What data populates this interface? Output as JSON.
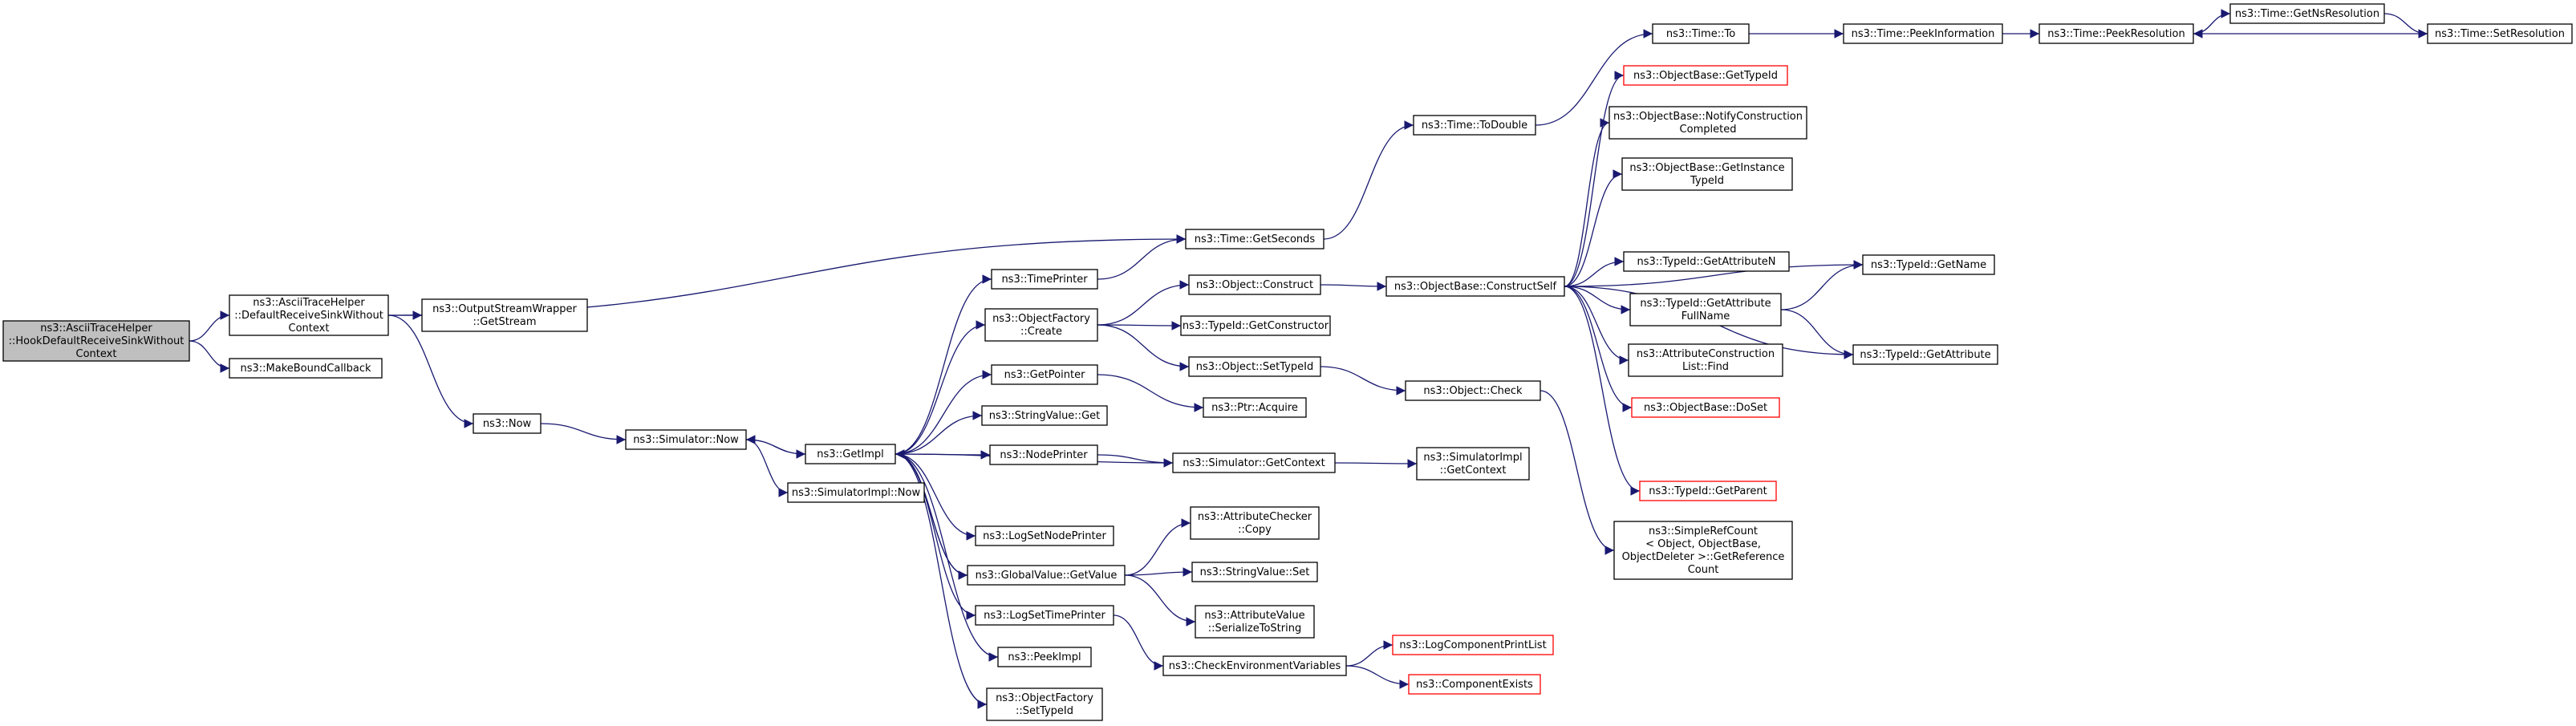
{
  "nodes": [
    {
      "id": "root",
      "lines": [
        "ns3::AsciiTraceHelper",
        "::HookDefaultReceiveSinkWithout",
        "Context"
      ],
      "root": true
    },
    {
      "id": "drsc",
      "lines": [
        "ns3::AsciiTraceHelper",
        "::DefaultReceiveSinkWithout",
        "Context"
      ]
    },
    {
      "id": "mbc",
      "lines": [
        "ns3::MakeBoundCallback"
      ]
    },
    {
      "id": "osw",
      "lines": [
        "ns3::OutputStreamWrapper",
        "::GetStream"
      ]
    },
    {
      "id": "now",
      "lines": [
        "ns3::Now"
      ]
    },
    {
      "id": "simnow",
      "lines": [
        "ns3::Simulator::Now"
      ]
    },
    {
      "id": "simimplnow",
      "lines": [
        "ns3::SimulatorImpl::Now"
      ]
    },
    {
      "id": "getimpl",
      "lines": [
        "ns3::GetImpl"
      ]
    },
    {
      "id": "timeprinter",
      "lines": [
        "ns3::TimePrinter"
      ]
    },
    {
      "id": "ofcreate",
      "lines": [
        "ns3::ObjectFactory",
        "::Create"
      ]
    },
    {
      "id": "getpointer",
      "lines": [
        "ns3::GetPointer"
      ]
    },
    {
      "id": "svget",
      "lines": [
        "ns3::StringValue::Get"
      ]
    },
    {
      "id": "nodeprinter",
      "lines": [
        "ns3::NodePrinter"
      ]
    },
    {
      "id": "logsetnode",
      "lines": [
        "ns3::LogSetNodePrinter"
      ]
    },
    {
      "id": "gvgetvalue",
      "lines": [
        "ns3::GlobalValue::GetValue"
      ]
    },
    {
      "id": "logsettime",
      "lines": [
        "ns3::LogSetTimePrinter"
      ]
    },
    {
      "id": "peekimpl",
      "lines": [
        "ns3::PeekImpl"
      ]
    },
    {
      "id": "ofsettypeid",
      "lines": [
        "ns3::ObjectFactory",
        "::SetTypeId"
      ]
    },
    {
      "id": "getseconds",
      "lines": [
        "ns3::Time::GetSeconds"
      ]
    },
    {
      "id": "objconstruct",
      "lines": [
        "ns3::Object::Construct"
      ]
    },
    {
      "id": "tidgetctor",
      "lines": [
        "ns3::TypeId::GetConstructor"
      ]
    },
    {
      "id": "objsettypeid",
      "lines": [
        "ns3::Object::SetTypeId"
      ]
    },
    {
      "id": "ptracquire",
      "lines": [
        "ns3::Ptr::Acquire"
      ]
    },
    {
      "id": "simgetctx",
      "lines": [
        "ns3::Simulator::GetContext"
      ]
    },
    {
      "id": "accopy",
      "lines": [
        "ns3::AttributeChecker",
        "::Copy"
      ]
    },
    {
      "id": "svset",
      "lines": [
        "ns3::StringValue::Set"
      ]
    },
    {
      "id": "avser",
      "lines": [
        "ns3::AttributeValue",
        "::SerializeToString"
      ]
    },
    {
      "id": "checkenv",
      "lines": [
        "ns3::CheckEnvironmentVariables"
      ]
    },
    {
      "id": "todouble",
      "lines": [
        "ns3::Time::ToDouble"
      ]
    },
    {
      "id": "obconstructself",
      "lines": [
        "ns3::ObjectBase::ConstructSelf"
      ]
    },
    {
      "id": "objcheck",
      "lines": [
        "ns3::Object::Check"
      ]
    },
    {
      "id": "simimplgetctx",
      "lines": [
        "ns3::SimulatorImpl",
        "::GetContext"
      ]
    },
    {
      "id": "logcompprint",
      "lines": [
        "ns3::LogComponentPrintList"
      ],
      "red": true
    },
    {
      "id": "compexists",
      "lines": [
        "ns3::ComponentExists"
      ],
      "red": true
    },
    {
      "id": "timeto",
      "lines": [
        "ns3::Time::To"
      ]
    },
    {
      "id": "obgettypeid",
      "lines": [
        "ns3::ObjectBase::GetTypeId"
      ],
      "red": true
    },
    {
      "id": "obnotify",
      "lines": [
        "ns3::ObjectBase::NotifyConstruction",
        "Completed"
      ]
    },
    {
      "id": "obgetinst",
      "lines": [
        "ns3::ObjectBase::GetInstance",
        "TypeId"
      ]
    },
    {
      "id": "tidgetattrn",
      "lines": [
        "ns3::TypeId::GetAttributeN"
      ]
    },
    {
      "id": "tidgetattrfull",
      "lines": [
        "ns3::TypeId::GetAttribute",
        "FullName"
      ]
    },
    {
      "id": "acfind",
      "lines": [
        "ns3::AttributeConstruction",
        "List::Find"
      ]
    },
    {
      "id": "obdoset",
      "lines": [
        "ns3::ObjectBase::DoSet"
      ],
      "red": true
    },
    {
      "id": "tidgetparent",
      "lines": [
        "ns3::TypeId::GetParent"
      ],
      "red": true
    },
    {
      "id": "simplerefcount",
      "lines": [
        "ns3::SimpleRefCount",
        "< Object, ObjectBase,",
        "ObjectDeleter >::GetReference",
        "Count"
      ]
    },
    {
      "id": "peekinfo",
      "lines": [
        "ns3::Time::PeekInformation"
      ]
    },
    {
      "id": "peekres",
      "lines": [
        "ns3::Time::PeekResolution"
      ]
    },
    {
      "id": "getnsres",
      "lines": [
        "ns3::Time::GetNsResolution"
      ]
    },
    {
      "id": "setres",
      "lines": [
        "ns3::Time::SetResolution"
      ]
    },
    {
      "id": "tidgetname",
      "lines": [
        "ns3::TypeId::GetName"
      ]
    },
    {
      "id": "tidgetattr",
      "lines": [
        "ns3::TypeId::GetAttribute"
      ]
    }
  ],
  "edges": [
    [
      "root",
      "drsc"
    ],
    [
      "root",
      "mbc"
    ],
    [
      "drsc",
      "osw"
    ],
    [
      "drsc",
      "getseconds"
    ],
    [
      "drsc",
      "now"
    ],
    [
      "now",
      "simnow"
    ],
    [
      "simnow",
      "getimpl"
    ],
    [
      "simnow",
      "simimplnow"
    ],
    [
      "getimpl",
      "timeprinter"
    ],
    [
      "getimpl",
      "ofcreate"
    ],
    [
      "getimpl",
      "getpointer"
    ],
    [
      "getimpl",
      "svget"
    ],
    [
      "getimpl",
      "nodeprinter"
    ],
    [
      "getimpl",
      "logsetnode"
    ],
    [
      "getimpl",
      "gvgetvalue"
    ],
    [
      "getimpl",
      "logsettime"
    ],
    [
      "getimpl",
      "peekimpl"
    ],
    [
      "getimpl",
      "ofsettypeid"
    ],
    [
      "getimpl",
      "simnow"
    ],
    [
      "timeprinter",
      "getseconds"
    ],
    [
      "ofcreate",
      "objconstruct"
    ],
    [
      "ofcreate",
      "tidgetctor"
    ],
    [
      "ofcreate",
      "objsettypeid"
    ],
    [
      "getpointer",
      "ptracquire"
    ],
    [
      "nodeprinter",
      "simgetctx"
    ],
    [
      "simgetctx",
      "getimpl"
    ],
    [
      "simgetctx",
      "simimplgetctx"
    ],
    [
      "gvgetvalue",
      "accopy"
    ],
    [
      "gvgetvalue",
      "svset"
    ],
    [
      "gvgetvalue",
      "avser"
    ],
    [
      "gvgetvalue",
      "getimpl"
    ],
    [
      "logsettime",
      "checkenv"
    ],
    [
      "checkenv",
      "logcompprint"
    ],
    [
      "checkenv",
      "compexists"
    ],
    [
      "getseconds",
      "todouble"
    ],
    [
      "todouble",
      "timeto"
    ],
    [
      "timeto",
      "peekinfo"
    ],
    [
      "peekinfo",
      "peekres"
    ],
    [
      "peekres",
      "getnsres"
    ],
    [
      "getnsres",
      "setres"
    ],
    [
      "setres",
      "peekres"
    ],
    [
      "objconstruct",
      "obconstructself"
    ],
    [
      "objsettypeid",
      "objcheck"
    ],
    [
      "objcheck",
      "simplerefcount"
    ],
    [
      "obconstructself",
      "obgettypeid"
    ],
    [
      "obconstructself",
      "obnotify"
    ],
    [
      "obconstructself",
      "obgetinst"
    ],
    [
      "obconstructself",
      "tidgetname"
    ],
    [
      "obconstructself",
      "tidgetattrn"
    ],
    [
      "obconstructself",
      "tidgetattrfull"
    ],
    [
      "obconstructself",
      "acfind"
    ],
    [
      "obconstructself",
      "obdoset"
    ],
    [
      "obconstructself",
      "tidgetparent"
    ],
    [
      "obconstructself",
      "tidgetattr"
    ],
    [
      "tidgetattrfull",
      "tidgetname"
    ],
    [
      "tidgetattrfull",
      "tidgetattr"
    ]
  ]
}
